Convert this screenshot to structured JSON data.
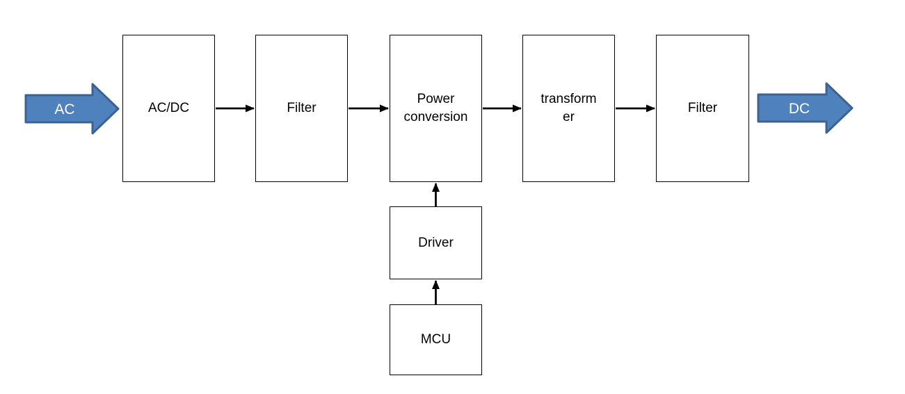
{
  "diagram": {
    "blocks": {
      "acdc": {
        "label": "AC/DC"
      },
      "filter_in": {
        "label": "Filter"
      },
      "power_conversion": {
        "label": "Power\nconversion"
      },
      "transformer": {
        "label": "transform\ner"
      },
      "filter_out": {
        "label": "Filter"
      },
      "driver": {
        "label": "Driver"
      },
      "mcu": {
        "label": "MCU"
      }
    },
    "io_arrows": {
      "input": {
        "label": "AC"
      },
      "output": {
        "label": "DC"
      }
    },
    "colors": {
      "background": "#ffffff",
      "block_fill": "#ffffff",
      "block_border": "#000000",
      "connector": "#000000",
      "io_arrow_fill": "#4f81bd",
      "io_arrow_border": "#3b6292",
      "io_arrow_text": "#ffffff"
    }
  }
}
